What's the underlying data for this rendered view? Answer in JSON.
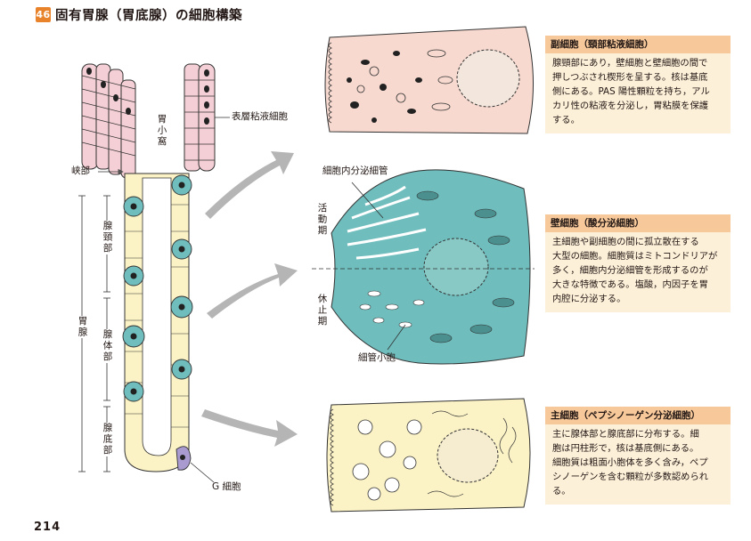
{
  "title": {
    "badge": "46",
    "text": "固有胃腺（胃底腺）の細胞構築"
  },
  "gland_labels": {
    "pit": "胃小窩",
    "surface_cell": "表層粘液細胞",
    "isthmus": "峡部",
    "neck": "腺頸部",
    "gland": "胃腺",
    "body": "腺体部",
    "base": "腺底部",
    "g_cell": "G 細胞"
  },
  "parietal_labels": {
    "canaliculus": "細胞内分泌細管",
    "active": "活動期",
    "resting": "休止期",
    "vesicle": "細管小胞"
  },
  "boxes": [
    {
      "heading": "副細胞（頸部粘液細胞）",
      "body": "腺頸部にあり，壁細胞と壁細胞の間で\n押しつぶされ楔形を呈する。核は基底\n側にある。PAS 陽性顆粒を持ち，アル\nカリ性の粘液を分泌し，胃粘膜を保護\nする。"
    },
    {
      "heading": "壁細胞（酸分泌細胞）",
      "body": "主細胞や副細胞の間に孤立散在する\n大型の細胞。細胞質はミトコンドリアが\n多く，細胞内分泌細管を形成するのが\n大きな特徴である。塩酸，内因子を胃\n内腔に分泌する。"
    },
    {
      "heading": "主細胞（ペプシノーゲン分泌細胞）",
      "body": "主に腺体部と腺底部に分布する。細\n胞は円柱形で，核は基底側にある。\n細胞質は粗面小胞体を多く含み，ペプ\nシノーゲンを含む顆粒が多数認められ\nる。"
    }
  ],
  "page_number": "214",
  "colors": {
    "surface_cell": "#f4cfd6",
    "parietal_cell": "#6fbdbd",
    "chief_cell": "#fbf2c6",
    "g_cell": "#a99ad0",
    "box_bg": "#fdf0d9",
    "box_head": "#f7c99a",
    "badge": "#e8822b",
    "arrow": "#b5b5b5"
  }
}
